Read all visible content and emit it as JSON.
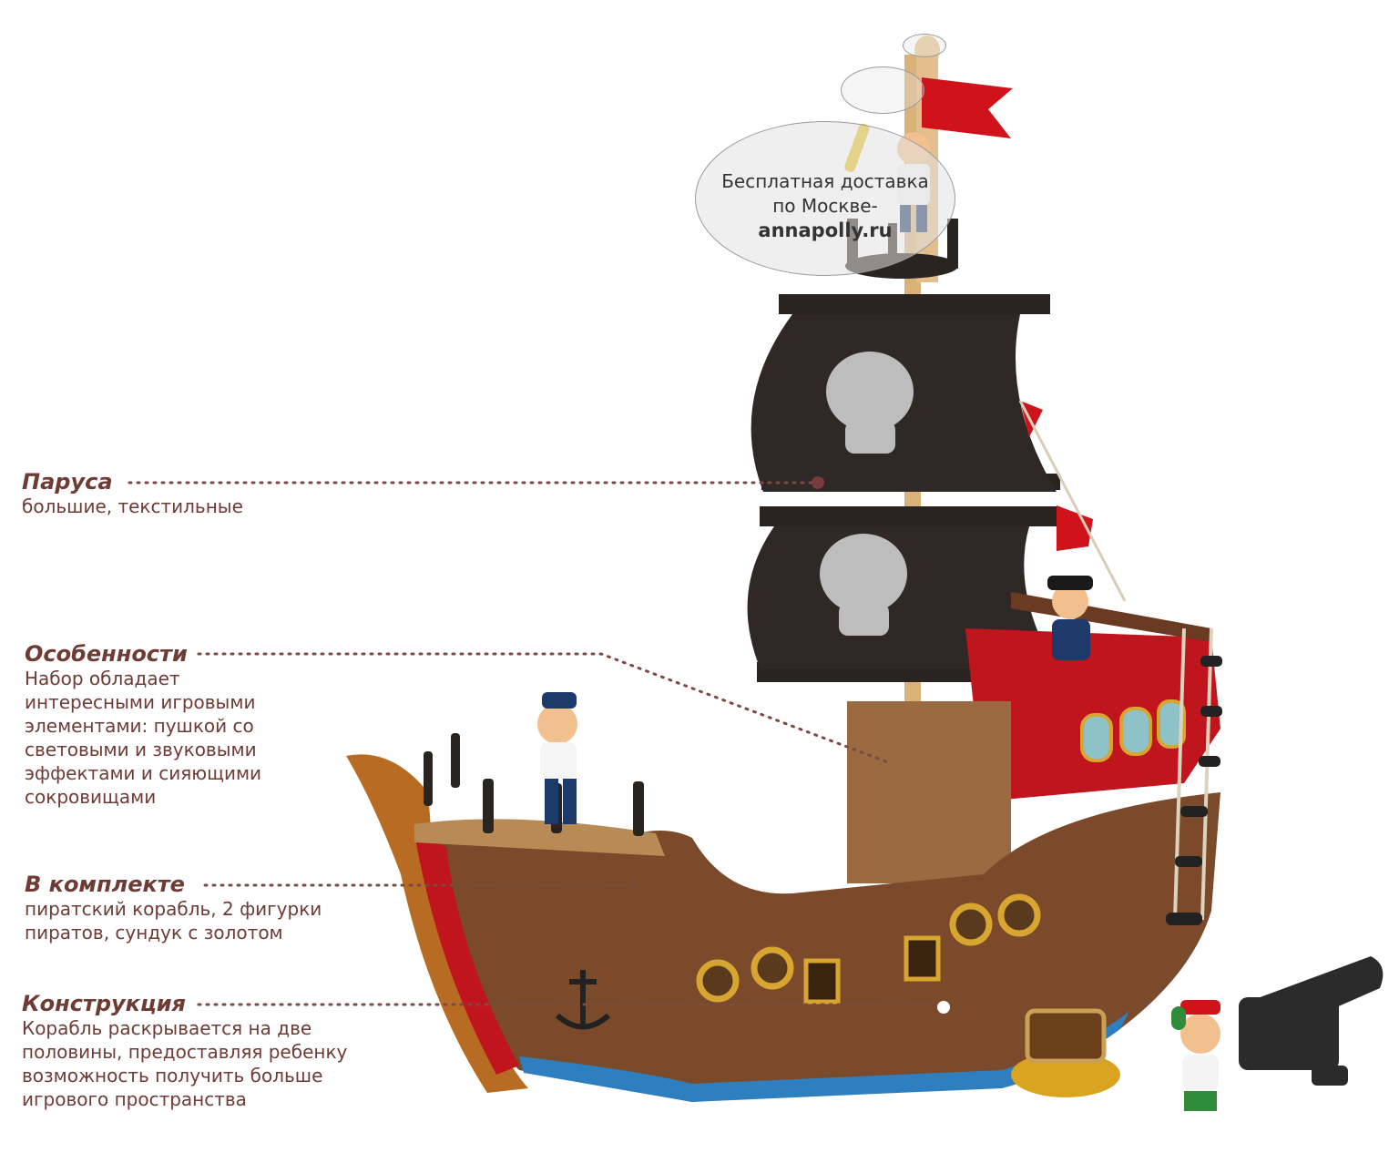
{
  "callouts": {
    "sails": {
      "title": "Паруса",
      "text": "большие, текстильные"
    },
    "features": {
      "title": "Особенности",
      "text": "Набор обладает\nинтересными игровыми\nэлементами: пушкой со\nсветовыми и звуковыми\nэффектами и сияющими\nсокровищами"
    },
    "contents": {
      "title": "В комплекте",
      "text": "пиратский корабль, 2 фигурки\nпиратов, сундук с золотом"
    },
    "construction": {
      "title": "Конструкция",
      "text": "Корабль раскрывается на две\nполовины, предоставляя ребенку\nвозможность получить больше\nигрового пространства"
    }
  },
  "promo": {
    "line1": "Бесплатная доставка",
    "line2": "по Москве-",
    "site": "annapolly.ru"
  },
  "colors": {
    "label_text": "#6e3b35",
    "leader_dots": "#7a4a44",
    "sail": "#2b2523",
    "hull": "#7a4a2a",
    "hull_red": "#c0151c",
    "flag": "#d0121a"
  }
}
